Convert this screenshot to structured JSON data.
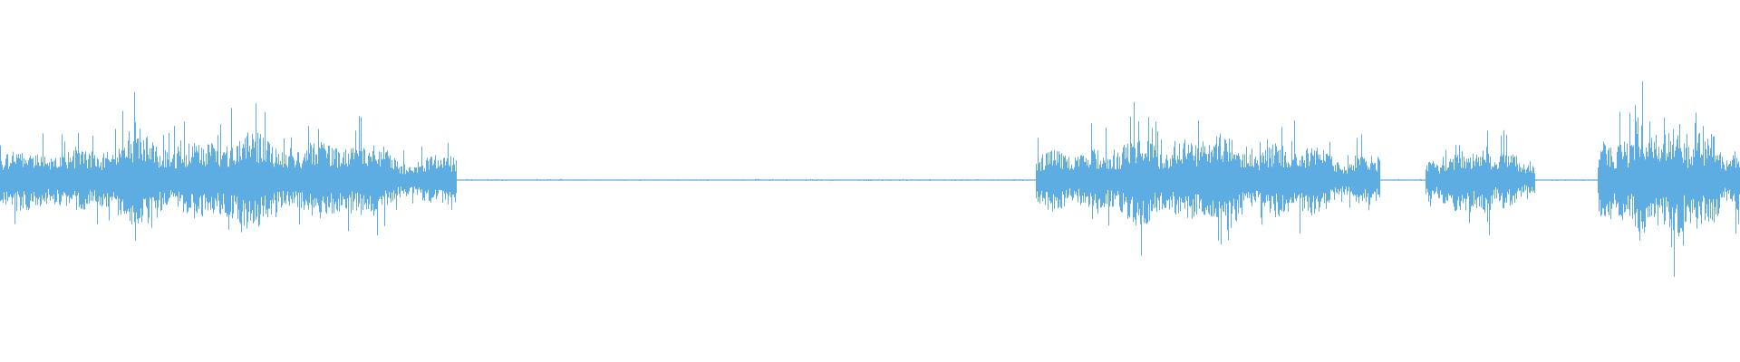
{
  "waveform": {
    "color": "#5dade2",
    "background": "#ffffff",
    "segments": [
      {
        "start": 0.0,
        "end": 0.262,
        "level": 0.34
      },
      {
        "start": 0.262,
        "end": 0.595,
        "level": 0.004
      },
      {
        "start": 0.595,
        "end": 0.793,
        "level": 0.34
      },
      {
        "start": 0.793,
        "end": 0.819,
        "level": 0.004
      },
      {
        "start": 0.819,
        "end": 0.882,
        "level": 0.26
      },
      {
        "start": 0.882,
        "end": 0.918,
        "level": 0.004
      },
      {
        "start": 0.918,
        "end": 1.0,
        "level": 0.44
      }
    ]
  }
}
